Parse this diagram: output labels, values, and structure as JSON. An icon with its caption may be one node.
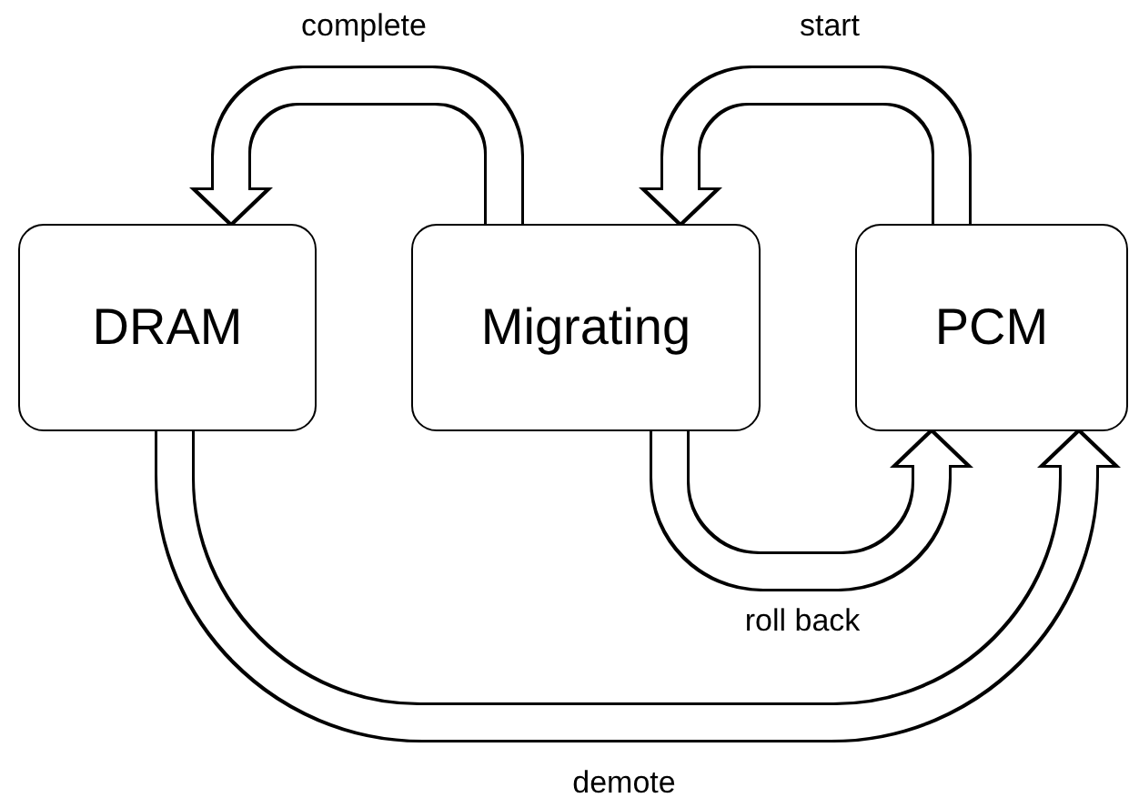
{
  "diagram": {
    "nodes": [
      {
        "text": [
          "DRAM"
        ]
      },
      {
        "text": [
          "Migrating"
        ]
      },
      {
        "text": [
          "PCM"
        ]
      }
    ],
    "edges": [
      {
        "from": 1,
        "to": 0,
        "arrow": "to",
        "label": "complete"
      },
      {
        "from": 2,
        "to": 1,
        "arrow": "to",
        "label": "start"
      },
      {
        "from": 1,
        "to": 2,
        "arrow": "to",
        "label": "roll back"
      },
      {
        "from": 0,
        "to": 2,
        "arrow": "to",
        "label": "demote"
      }
    ]
  }
}
